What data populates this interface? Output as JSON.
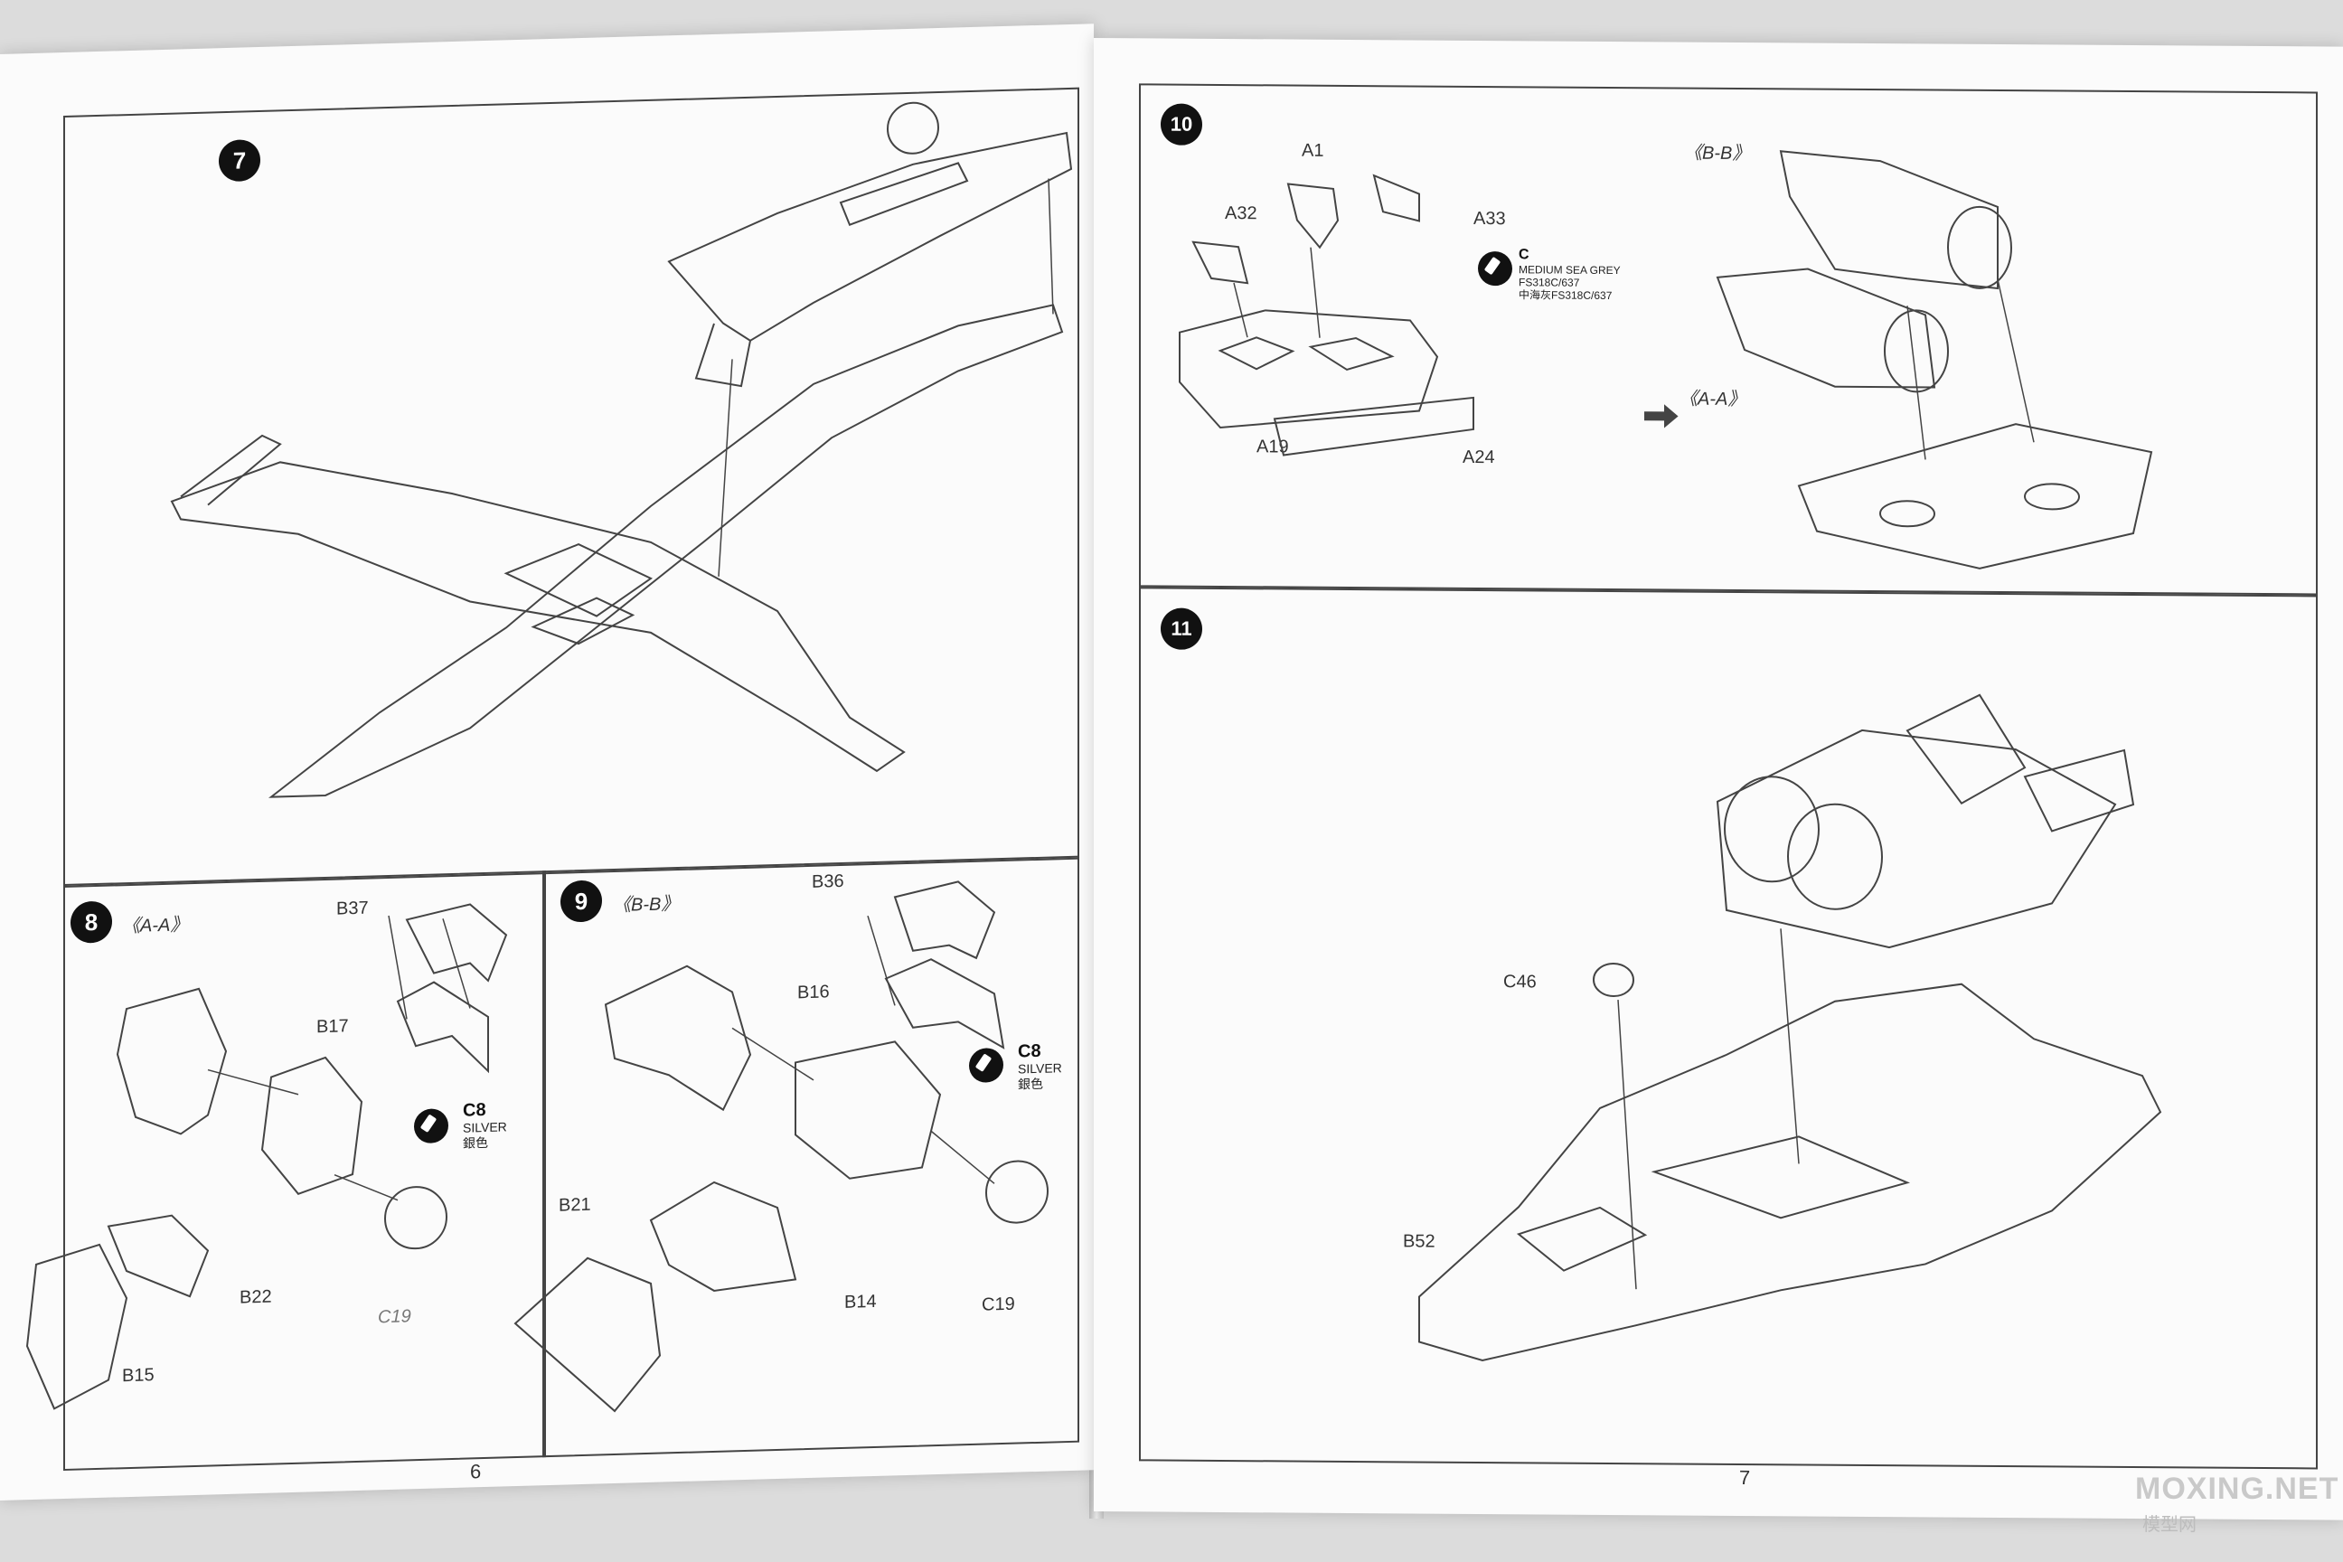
{
  "left_page": {
    "page_number": "6",
    "steps": [
      {
        "number": "7"
      },
      {
        "number": "8",
        "section": "《A-A》",
        "parts": [
          "B37",
          "B17",
          "B22",
          "B15",
          "C19"
        ],
        "paint": {
          "code": "C8",
          "name": "SILVER",
          "name_cn": "銀色"
        }
      },
      {
        "number": "9",
        "section": "《B-B》",
        "parts": [
          "B36",
          "B16",
          "B21",
          "B14",
          "C19"
        ],
        "paint": {
          "code": "C8",
          "name": "SILVER",
          "name_cn": "銀色"
        }
      }
    ]
  },
  "right_page": {
    "page_number": "7",
    "steps": [
      {
        "number": "10",
        "parts": [
          "A1",
          "A32",
          "A33",
          "A19",
          "A24"
        ],
        "sections": [
          "《B-B》",
          "《A-A》"
        ],
        "paint": {
          "code": "C",
          "name": "MEDIUM SEA GREY",
          "code_fs": "FS318C/637",
          "name_cn": "中海灰FS318C/637"
        }
      },
      {
        "number": "11",
        "parts": [
          "C46",
          "B52"
        ]
      }
    ]
  },
  "watermark": {
    "text": "MOXING.NET",
    "sub": "模型网"
  },
  "colors": {
    "paper": "#fbfbfb",
    "background": "#dcdcdc",
    "line": "#444444",
    "badge": "#111111"
  }
}
